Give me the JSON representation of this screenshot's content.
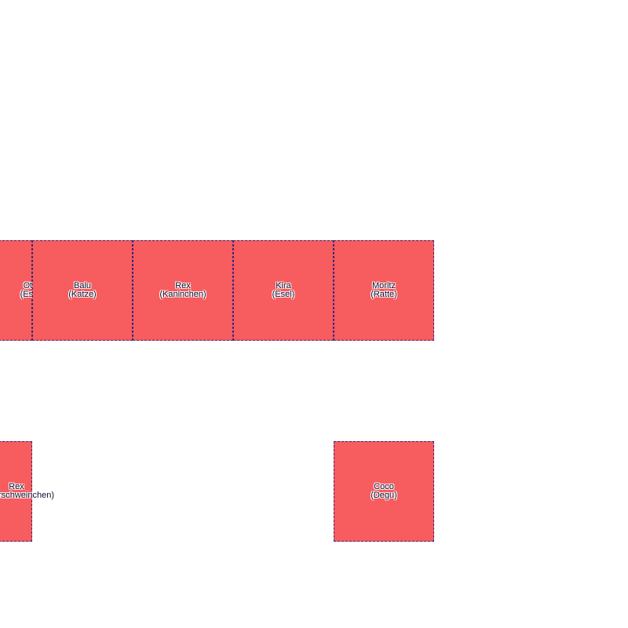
{
  "colors": {
    "node_fill": "#f75c5e",
    "node_border": "#3a2a7a",
    "label_text": "#111133",
    "background": "#ffffff"
  },
  "nodes": [
    {
      "id": "otto",
      "name": "Otto",
      "species": "(Esel)"
    },
    {
      "id": "balu",
      "name": "Balu",
      "species": "(Katze)"
    },
    {
      "id": "rex-kaninchen",
      "name": "Rex",
      "species": "(Kaninchen)"
    },
    {
      "id": "kira",
      "name": "Kira",
      "species": "(Esel)"
    },
    {
      "id": "moritz",
      "name": "Moritz",
      "species": "(Ratte)"
    },
    {
      "id": "rex-meerschweinchen",
      "name": "Rex",
      "species": "(Meerschweinchen)"
    },
    {
      "id": "coco",
      "name": "Coco",
      "species": "(Degu)"
    }
  ]
}
